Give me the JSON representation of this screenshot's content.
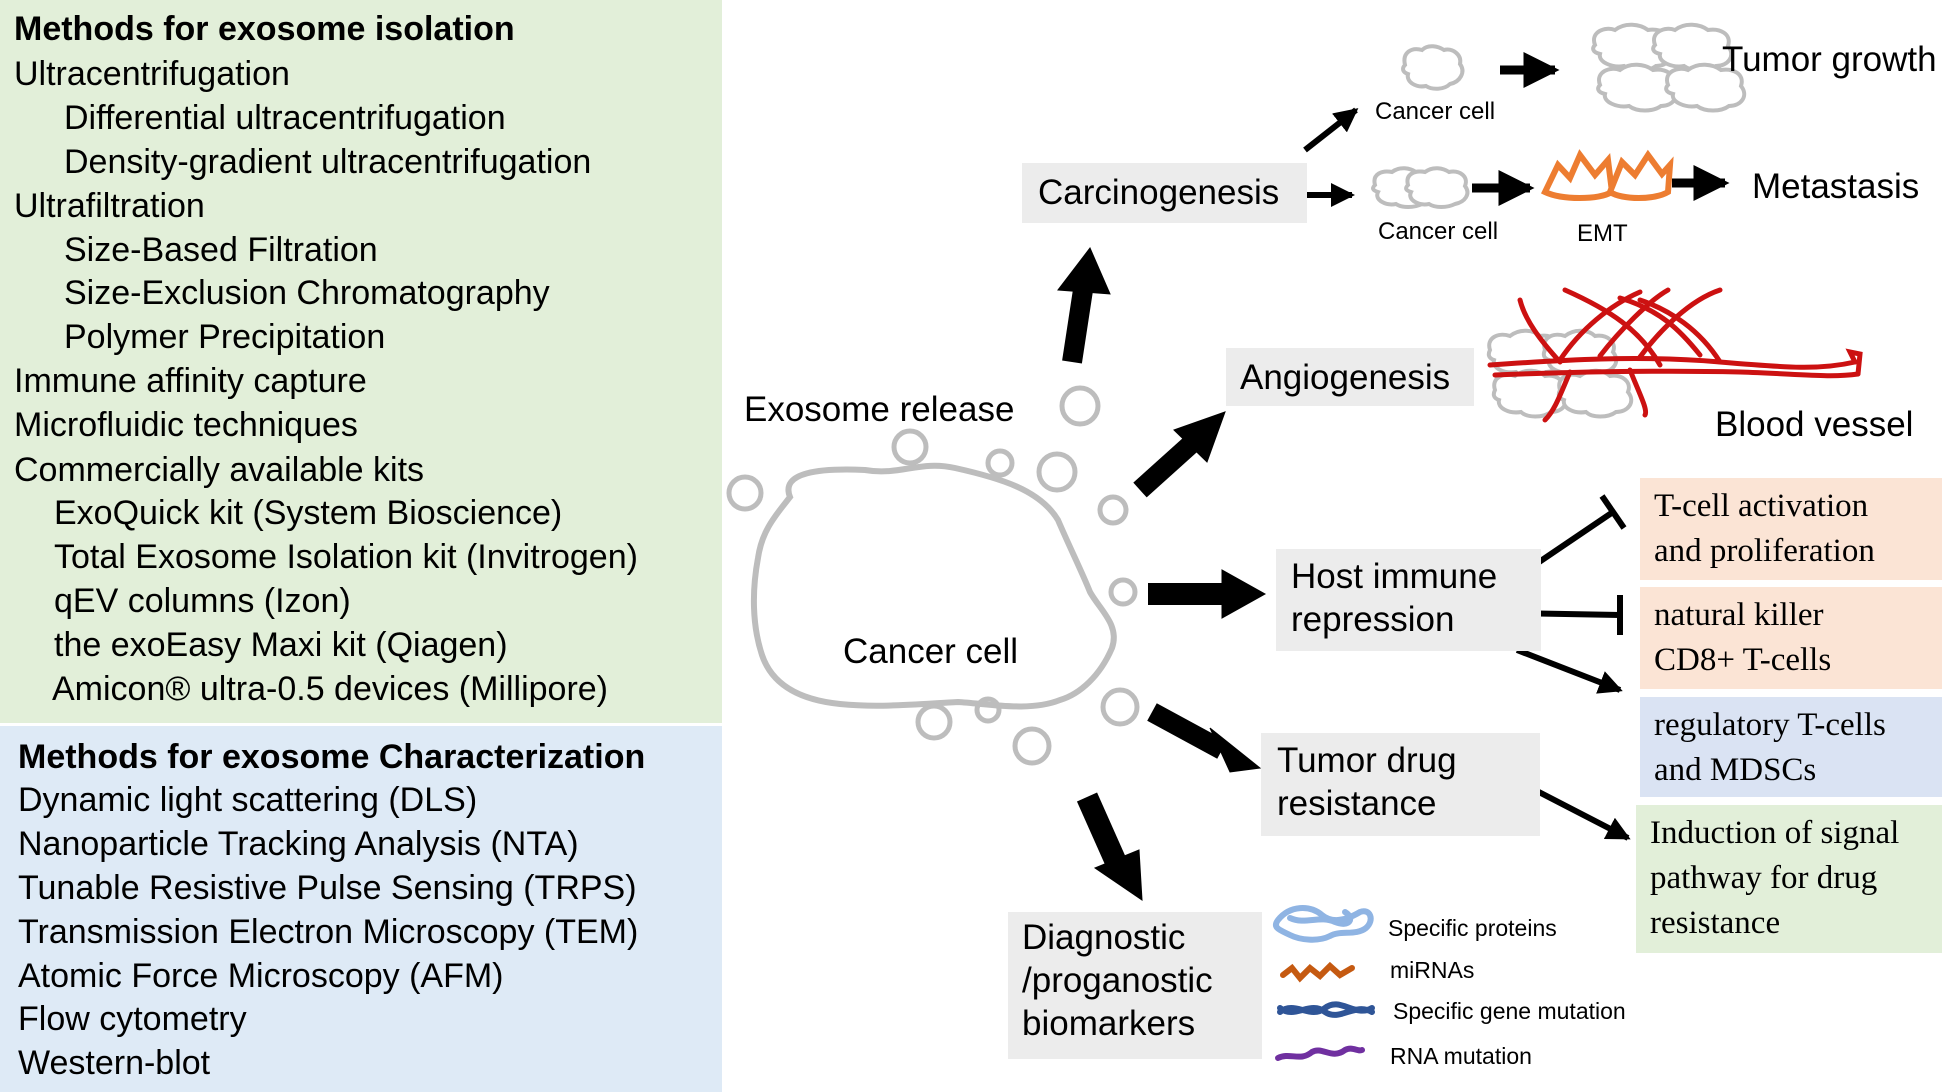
{
  "isolation": {
    "heading": "Methods for exosome isolation",
    "items": [
      "Ultracentrifugation",
      "Differential ultracentrifugation",
      "Density-gradient ultracentrifugation",
      "Ultrafiltration",
      "Size-Based Filtration",
      "Size-Exclusion Chromatography",
      "Polymer Precipitation",
      "Immune affinity capture",
      "Microfluidic techniques",
      "Commercially available kits",
      "ExoQuick kit (System Bioscience)",
      "Total Exosome Isolation kit (Invitrogen)",
      "qEV columns (Izon)",
      "the exoEasy Maxi kit (Qiagen)",
      "Amicon® ultra-0.5 devices (Millipore)"
    ]
  },
  "characterization": {
    "heading": "Methods for exosome Characterization",
    "items": [
      "Dynamic light scattering (DLS)",
      "Nanoparticle Tracking Analysis (NTA)",
      "Tunable Resistive Pulse Sensing (TRPS)",
      "Transmission Electron Microscopy (TEM)",
      "Atomic Force Microscopy (AFM)",
      "Flow cytometry",
      "Western-blot"
    ]
  },
  "diagram": {
    "cancer_cell": "Cancer cell",
    "exosome_release": "Exosome release",
    "carcinogenesis": "Carcinogenesis",
    "cancer_cell_top": "Cancer cell",
    "cancer_cell_mid": "Cancer cell",
    "emt": "EMT",
    "tumor_growth": "Tumor growth",
    "metastasis": "Metastasis",
    "angiogenesis": "Angiogenesis",
    "blood_vessel": "Blood vessel",
    "host_immune": [
      "Host immune",
      "repression"
    ],
    "tcell_activation": [
      "T-cell activation",
      "and proliferation"
    ],
    "natural_killer": [
      "natural killer",
      "CD8+ T-cells"
    ],
    "regulatory": [
      "regulatory T-cells",
      "and  MDSCs"
    ],
    "drug_resistance": [
      "Tumor drug",
      "resistance"
    ],
    "induction": [
      "Induction of signal",
      "pathway for drug",
      "resistance"
    ],
    "biomarkers": [
      "Diagnostic",
      "/proganostic",
      "biomarkers"
    ],
    "legend": [
      "Specific proteins",
      "miRNAs",
      "Specific gene mutation",
      "RNA mutation"
    ]
  },
  "colors": {
    "isolation_bg": "#e2efd9",
    "characterization_bg": "#deeaf6",
    "peach": "#fbe4d5",
    "blue": "#dae3f3",
    "green": "#e2efd9",
    "gray_box": "#ececec",
    "vessel": "#cc1111",
    "emt": "#ed7d31",
    "protein": "#8fb4e3",
    "mirna": "#c55a11",
    "gene": "#2f5597",
    "rna": "#7030a0"
  }
}
